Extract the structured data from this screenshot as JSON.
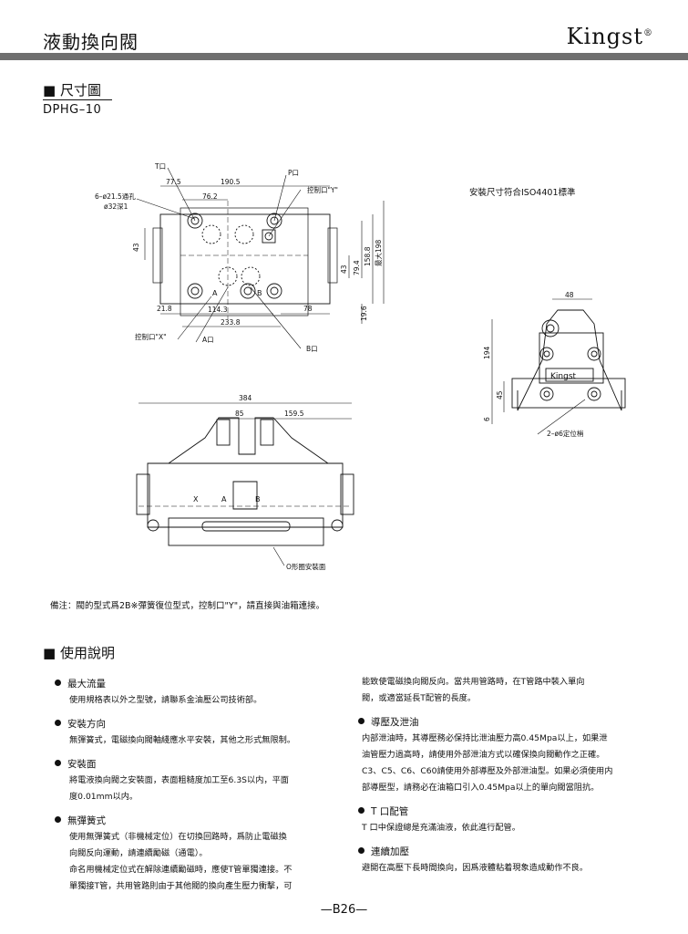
{
  "header": {
    "title": "液動換向閥",
    "brand": "Kingst",
    "brand_mark": "®"
  },
  "section1": {
    "title": "■ 尺寸圖",
    "model": "DPHG–10"
  },
  "drawing": {
    "labels": {
      "t_port": "T口",
      "p_port": "P口",
      "dim_775": "77.5",
      "dim_1905": "190.5",
      "holes": "6–ø21.5通孔",
      "holes_depth": "ø32深1",
      "dim_762": "76.2",
      "ctrl_y": "控制口\"Y\"",
      "dim_43_l": "43",
      "dim_43_r": "43",
      "dim_794": "79.4",
      "dim_1588": "158.8",
      "dim_max198": "最大198",
      "dim_218": "21.8",
      "dim_1143": "114.3",
      "dim_2338": "233.8",
      "dim_78": "78",
      "dim_196": "19.6",
      "ctrl_x": "控制口\"X\"",
      "a_port": "A口",
      "b_port": "B口",
      "iso_note": "安裝尺寸符合ISO4401標準",
      "side_48": "48",
      "side_194": "194",
      "side_45": "45",
      "side_6": "6",
      "pins": "2–ø6定位梢",
      "side_brand": "Kingst",
      "front_384": "384",
      "front_85": "85",
      "front_1595": "159.5",
      "letter_x": "X",
      "letter_a": "A",
      "letter_b": "B",
      "letter_a2": "A",
      "letter_b2": "B",
      "oring": "O形圈安裝面"
    }
  },
  "note": "備注：閥的型式爲2B※彈簧復位型式，控制口\"Y\"，請直接與油箱連接。",
  "section2": {
    "title": "■ 使用說明"
  },
  "usage_left": [
    {
      "head": "最大流量",
      "lines": [
        "使用規格表以外之型號，請聯系金油壓公司技術部。"
      ]
    },
    {
      "head": "安裝方向",
      "lines": [
        "無彈簧式，電磁換向閥軸綫應水平安裝，其他之形式無限制。"
      ]
    },
    {
      "head": "安裝面",
      "lines": [
        "將電液換向閥之安裝面，表面粗糙度加工至6.3S以内，平面",
        "度0.01mm以内。"
      ]
    },
    {
      "head": "無彈簧式",
      "lines": [
        "使用無彈簧式（非機械定位）在切換回路時，爲防止電磁換",
        "向閥反向運動，請連續勵磁（通電）。",
        "命名用機械定位式在解除連續勵磁時，應使T管單獨連接。不",
        "單獨接T管，共用管路則由于其他閥的換向產生壓力衝擊，可"
      ]
    }
  ],
  "usage_right": [
    {
      "head": "",
      "lines": [
        "能致使電磁換向閥反向。當共用管路時，在T管路中裝入單向",
        "閥，或適當延長T配管的長度。"
      ]
    },
    {
      "head": "導壓及泄油",
      "lines": [
        "内部泄油時，其導壓務必保持比泄油壓力高0.45Mpa以上，如果泄",
        "油管壓力過高時，請使用外部泄油方式以確保換向閥動作之正確。",
        "C3、C5、C6、C60請使用外部導壓及外部泄油型。如果必須使用内",
        "部導壓型，請務必在油箱口引入0.45Mpa以上的單向閥當阻抗。"
      ]
    },
    {
      "head": "T 口配管",
      "lines": [
        "T 口中保證總是充滿油液，依此進行配管。"
      ]
    },
    {
      "head": "連續加壓",
      "lines": [
        "避開在高壓下長時間換向，因爲液體粘着現象造成動作不良。"
      ]
    }
  ],
  "footer": {
    "page": "—B26—"
  }
}
